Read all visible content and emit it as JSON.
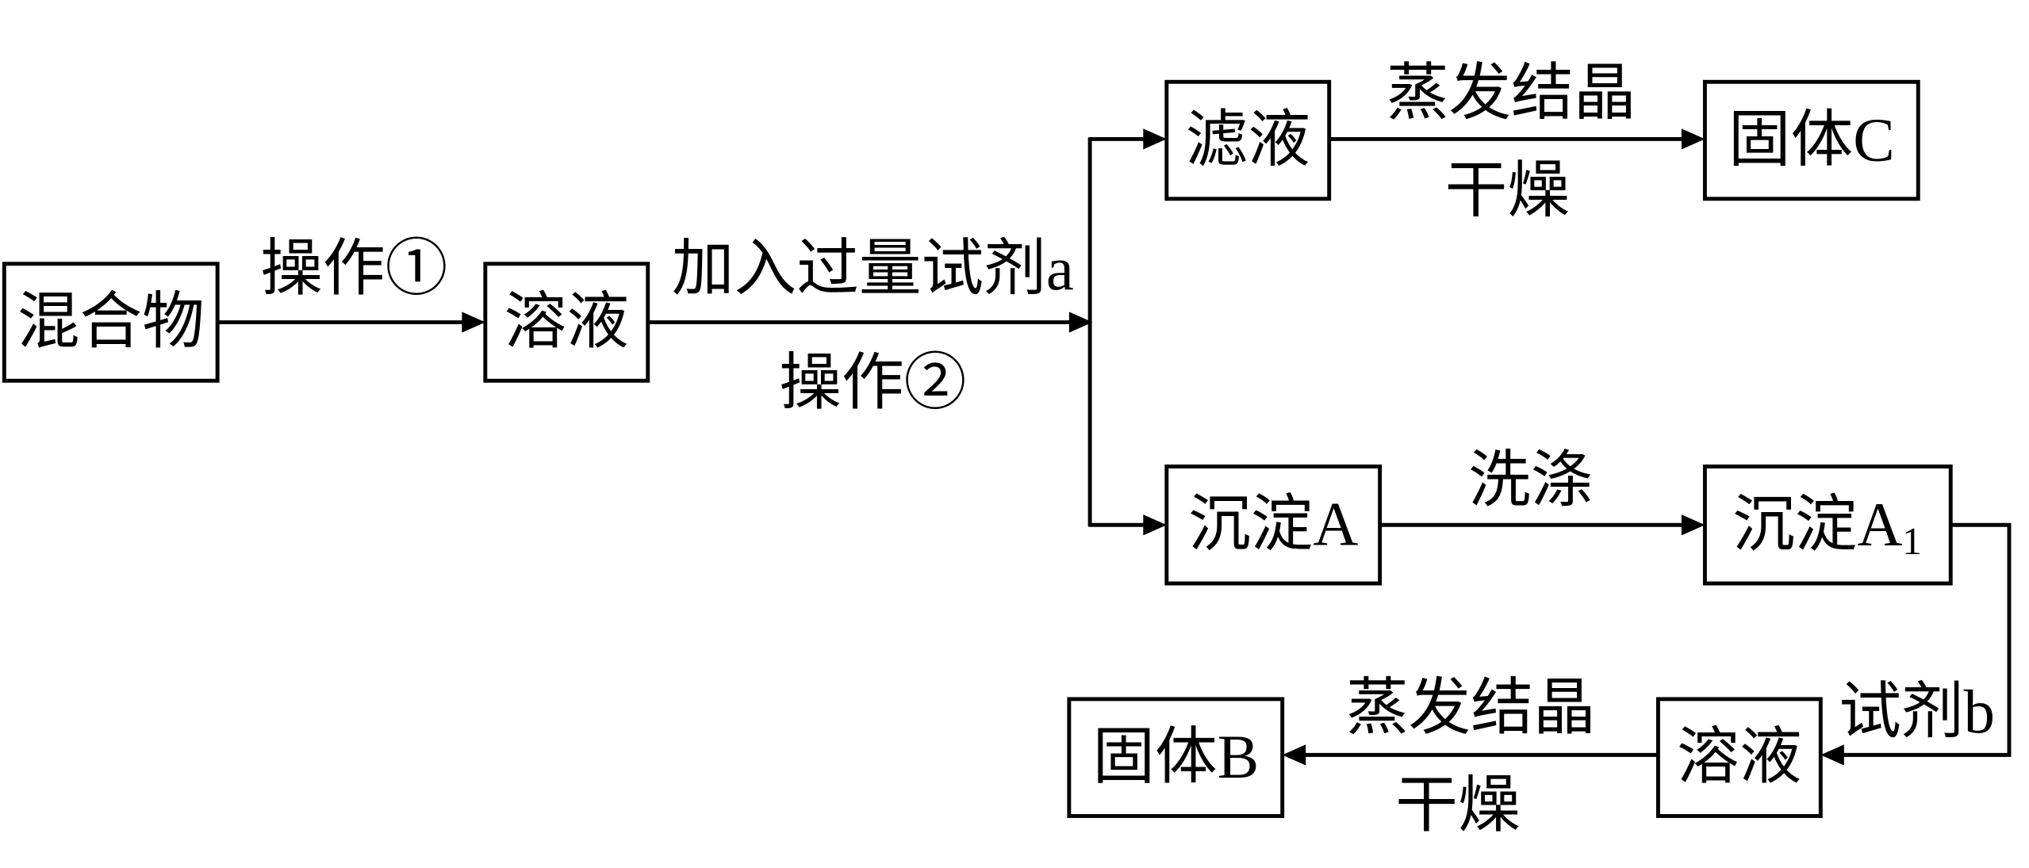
{
  "diagram": {
    "nodes": {
      "mixture": "混合物",
      "solution_top": "溶液",
      "filtrate": "滤液",
      "solid_c": "固体C",
      "precipitate_a": "沉淀A",
      "precipitate_a1": {
        "main": "沉淀A",
        "sub": "1"
      },
      "solution_bottom": "溶液",
      "solid_b": "固体B"
    },
    "edges": {
      "operation_1": "操作①",
      "add_reagent_a": "加入过量试剂a",
      "operation_2": "操作②",
      "evaporate_top": "蒸发结晶",
      "dry_top": "干燥",
      "wash": "洗涤",
      "reagent_b": "试剂b",
      "evaporate_bottom": "蒸发结晶",
      "dry_bottom": "干燥"
    }
  },
  "colors": {
    "stroke": "#000000",
    "background": "#ffffff"
  }
}
